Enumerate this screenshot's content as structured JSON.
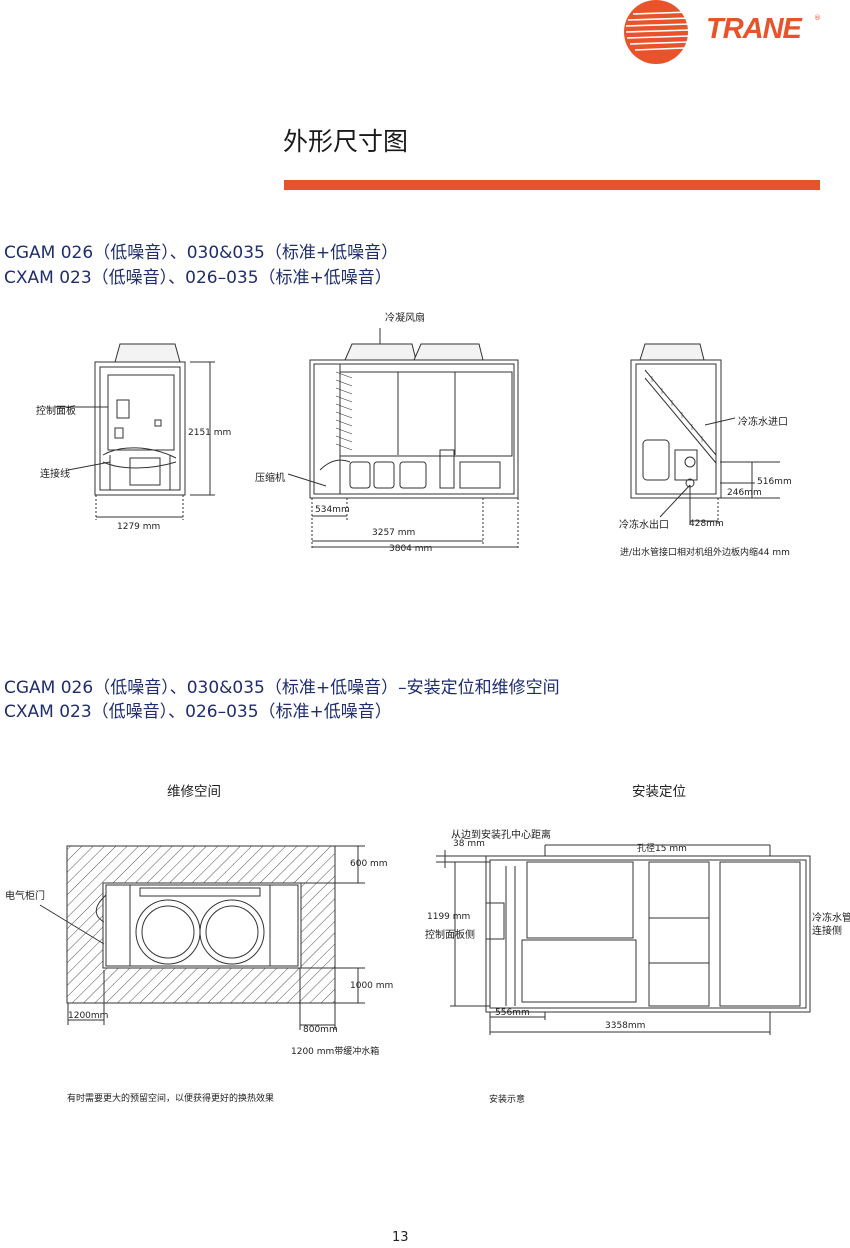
{
  "header": {
    "brand": "TRANE",
    "registered_mark": "®",
    "page_title": "外形尺寸图",
    "colors": {
      "accent": "#e8532b",
      "model_text": "#1f2d6e"
    }
  },
  "section1": {
    "model_line1": "CGAM 026（低噪音）、030&035（标准+低噪音）",
    "model_line2": "CXAM 023（低噪音）、026–035（标准+低噪音）",
    "labels": {
      "control_panel": "控制面板",
      "connecting_wire": "连接线",
      "height": "2151 mm",
      "width": "1279 mm",
      "condenser_fan": "冷凝风扇",
      "compressor": "压缩机",
      "dim_534": "534mm",
      "dim_3257": "3257 mm",
      "dim_3804": "3804 mm",
      "chilled_water_inlet": "冷冻水进口",
      "chilled_water_outlet": "冷冻水出口",
      "dim_516": "516mm",
      "dim_246": "246mm",
      "dim_428": "428mm",
      "note": "进/出水管接口相对机组外边板内缩44 mm"
    }
  },
  "section2": {
    "model_line1": "CGAM 026（低噪音）、030&035（标准+低噪音）–安装定位和维修空间",
    "model_line2": "CXAM 023（低噪音）、026–035（标准+低噪音）",
    "service": {
      "heading": "维修空间",
      "electric_cabinet_door": "电气柜门",
      "dim_600": "600 mm",
      "dim_1000": "1000 mm",
      "dim_1200": "1200mm",
      "dim_800": "800mm",
      "buffer_note": "1200 mm带缓冲水箱",
      "note": "有时需要更大的预留空间，以便获得更好的换热效果"
    },
    "install": {
      "heading": "安装定位",
      "edge_hole_label": "从边到安装孔中心距离",
      "dim_38": "38 mm",
      "hole_dia": "孔径15 mm",
      "dim_1199": "1199 mm",
      "control_side": "控制面板侧",
      "chilled_pipe_line1": "冷冻水管",
      "chilled_pipe_line2": "连接侧",
      "dim_556": "556mm",
      "dim_3358": "3358mm",
      "note": "安装示意"
    }
  },
  "footer": {
    "page_number": "13"
  }
}
